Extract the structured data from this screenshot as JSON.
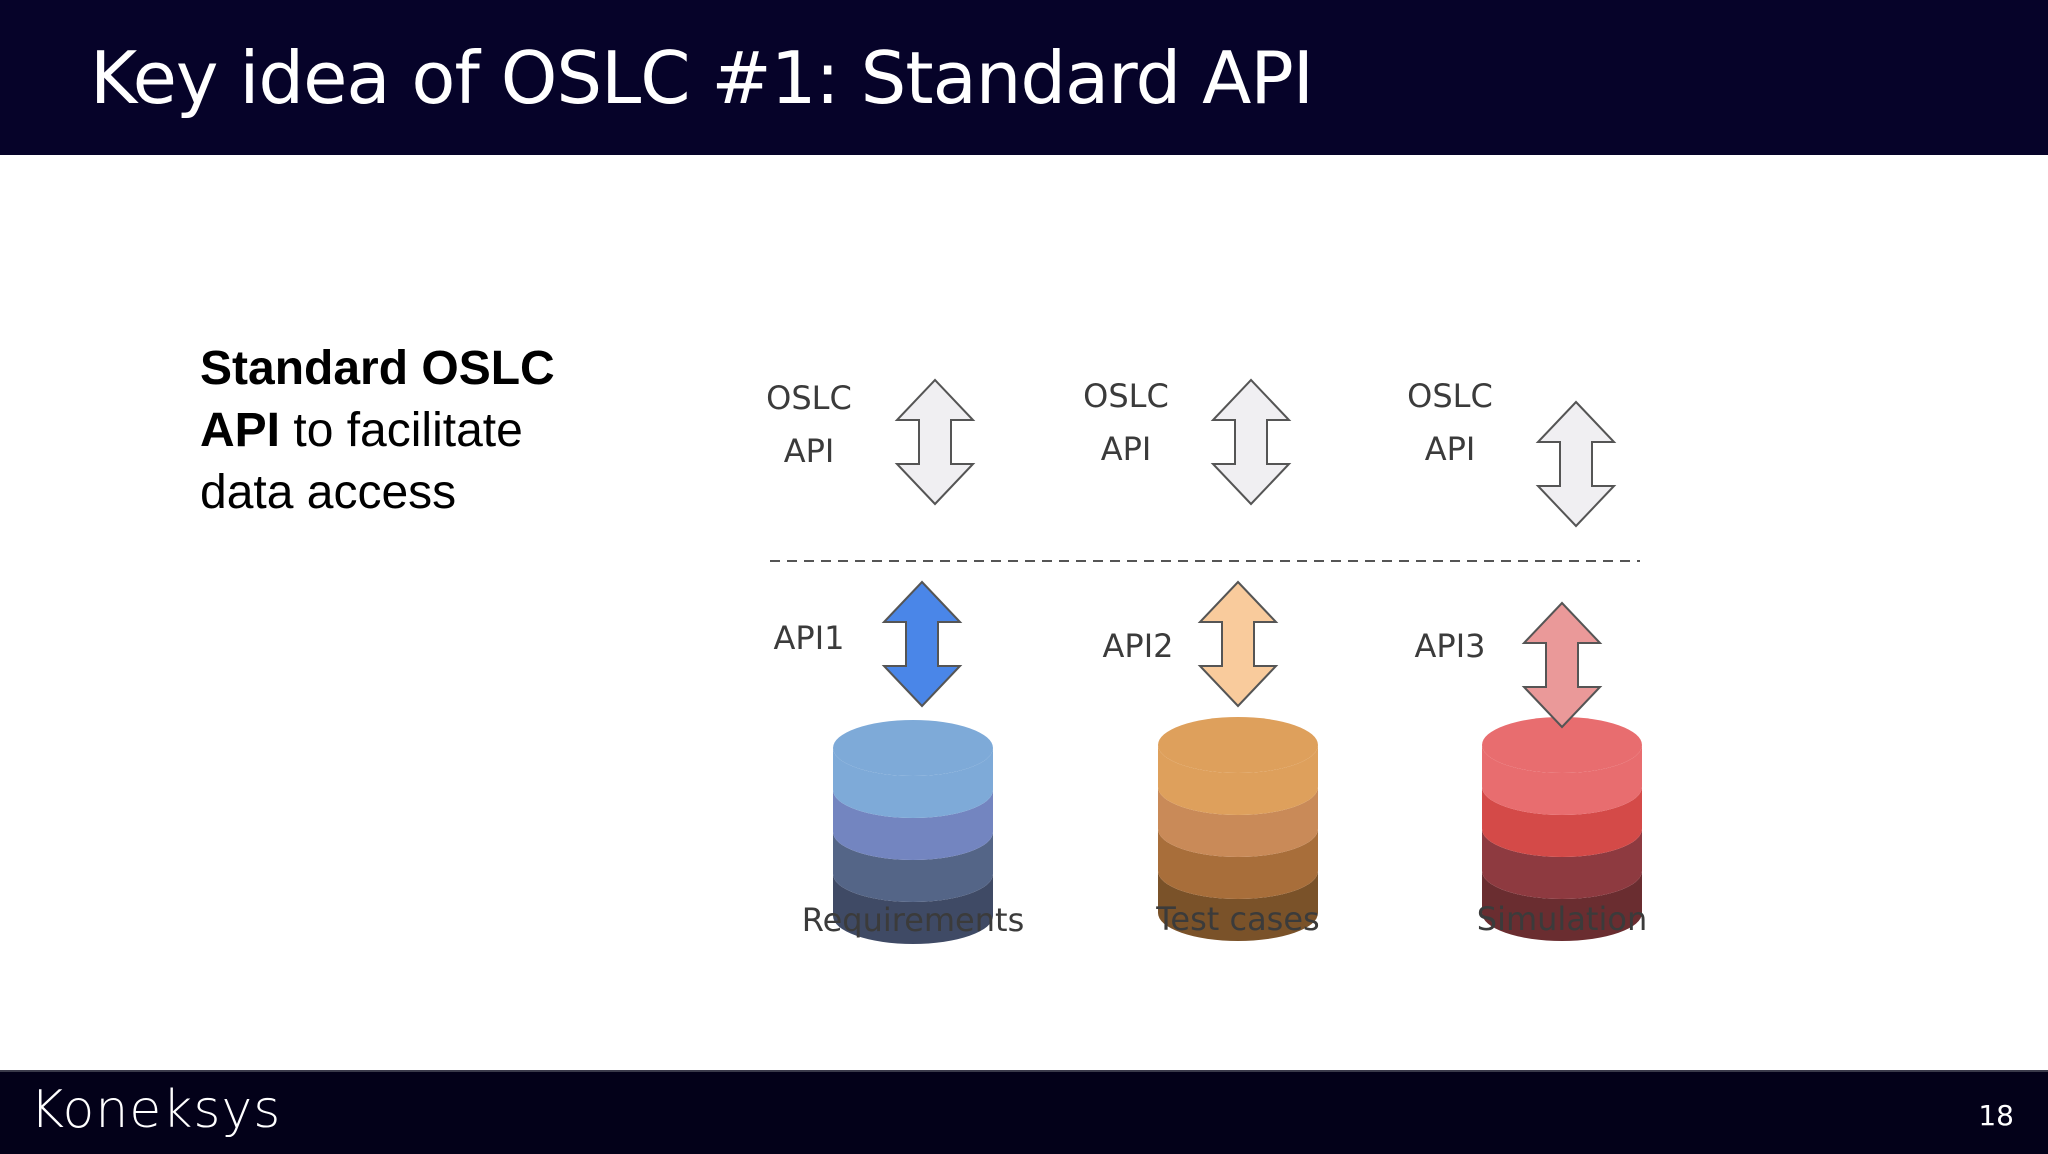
{
  "slide": {
    "title": "Key idea of OSLC #1: Standard API",
    "page_number": "18"
  },
  "footer": {
    "logo_text": "Koneksys"
  },
  "bullet": {
    "bold_part1": "Standard OSLC",
    "bold_part2": "API",
    "rest_line2": " to facilitate",
    "line3": "data access"
  },
  "diagram": {
    "columns": [
      {
        "oslc_line1": "OSLC",
        "oslc_line2": "API",
        "api_label": "API1",
        "db_label": "Requirements",
        "arrow_color": "#4a86e8"
      },
      {
        "oslc_line1": "OSLC",
        "oslc_line2": "API",
        "api_label": "API2",
        "db_label": "Test cases",
        "arrow_color": "#f9cb9c"
      },
      {
        "oslc_line1": "OSLC",
        "oslc_line2": "API",
        "api_label": "API3",
        "db_label": "Simulation",
        "arrow_color": "#ea9999"
      }
    ],
    "oslc_arrow_color": "#f0eff2",
    "db_colors": [
      [
        "#7eaad8",
        "#7385c0",
        "#546587",
        "#3f4a65"
      ],
      [
        "#dea05c",
        "#c98a58",
        "#a86e3a",
        "#7a5229"
      ],
      [
        "#e86d6f",
        "#d44a48",
        "#8e3a40",
        "#6a2d30"
      ]
    ]
  }
}
